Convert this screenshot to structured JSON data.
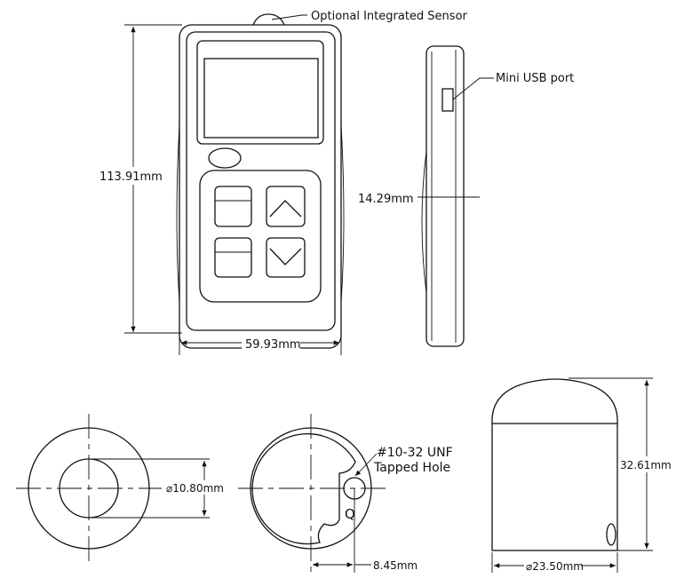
{
  "labels": {
    "sensor": "Optional Integrated Sensor",
    "usb": "Mini USB port",
    "height": "113.91mm",
    "depth": "14.29mm",
    "width": "59.93mm",
    "inner_diameter": "⌀10.80mm",
    "tapped_hole_line1": "#10-32 UNF",
    "tapped_hole_line2": "Tapped Hole",
    "hole_offset": "8.45mm",
    "sensor_height": "32.61mm",
    "sensor_diameter": "⌀23.50mm"
  }
}
